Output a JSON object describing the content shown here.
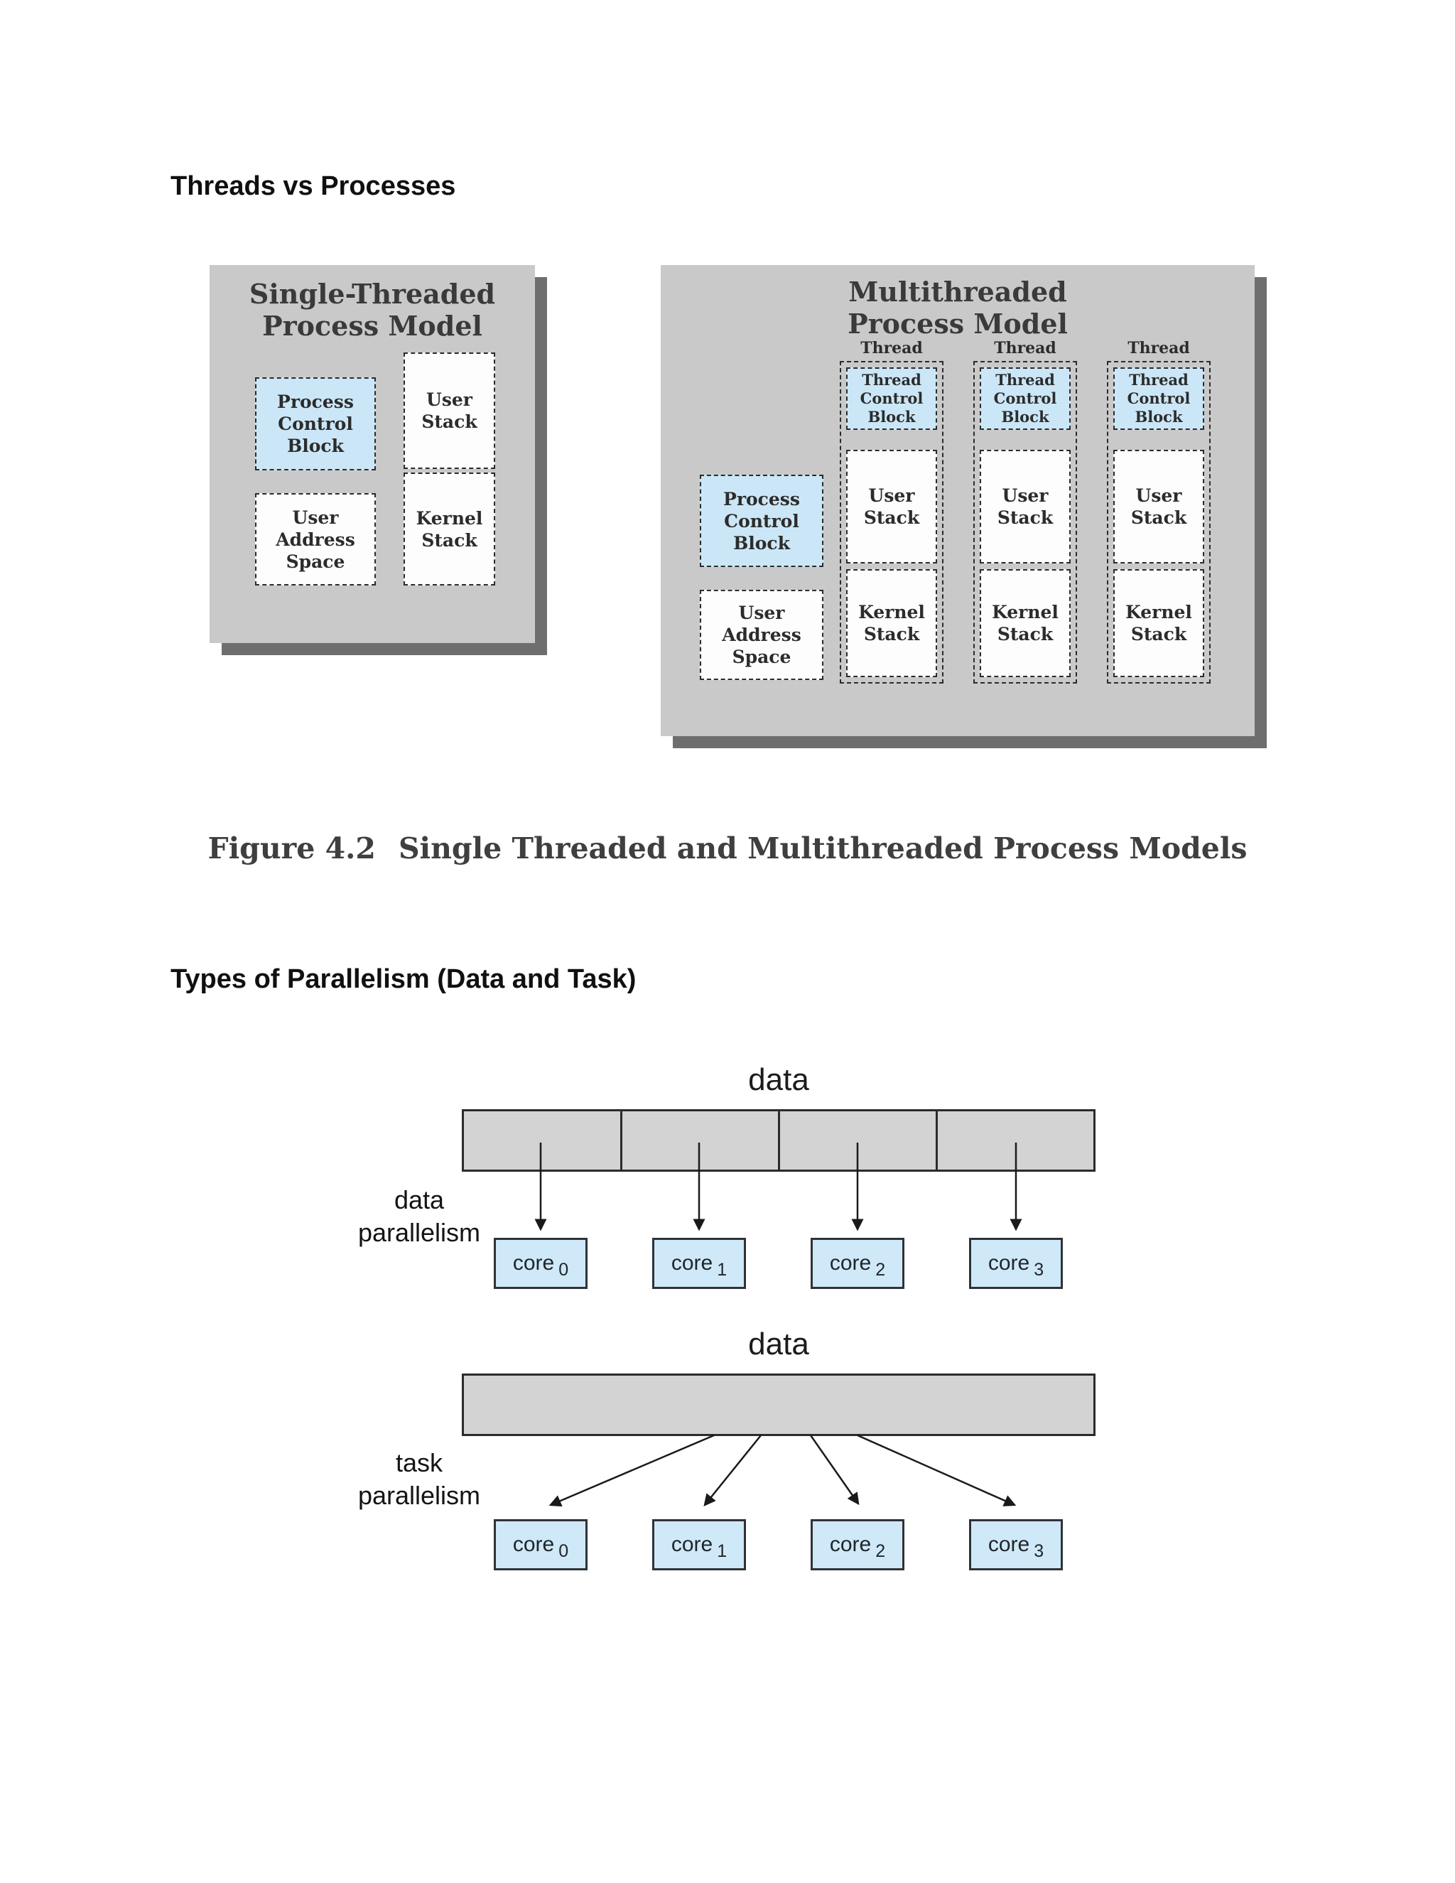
{
  "headings": {
    "threads_vs_processes": "Threads vs Processes",
    "types_of_parallelism": "Types of Parallelism (Data and Task)"
  },
  "figure": {
    "caption_label": "Figure 4.2",
    "caption_title": "Single Threaded and Multithreaded Process Models",
    "single_threaded": {
      "title_line1": "Single-Threaded",
      "title_line2": "Process Model",
      "pcb": "Process Control Block",
      "user_stack": "User Stack",
      "kernel_stack": "Kernel Stack",
      "user_address_space": "User Address Space"
    },
    "multithreaded": {
      "title_line1": "Multithreaded",
      "title_line2": "Process Model",
      "thread_label": "Thread",
      "tcb": "Thread Control Block",
      "user_stack": "User Stack",
      "kernel_stack": "Kernel Stack",
      "pcb": "Process Control Block",
      "user_address_space": "User Address Space"
    },
    "colors": {
      "panel_background": "#c9c9c9",
      "panel_shadow": "#6e6e6e",
      "highlight_blue": "#cbe7f7",
      "box_white": "#fdfdfd",
      "border_dark": "#2b2b2b"
    }
  },
  "parallelism": {
    "data_label_top": "data",
    "data_label_bottom": "data",
    "data_parallelism_line1": "data",
    "data_parallelism_line2": "parallelism",
    "task_parallelism_line1": "task",
    "task_parallelism_line2": "parallelism",
    "cores": [
      {
        "label": "core",
        "index": "0"
      },
      {
        "label": "core",
        "index": "1"
      },
      {
        "label": "core",
        "index": "2"
      },
      {
        "label": "core",
        "index": "3"
      }
    ],
    "colors": {
      "bar_gray": "#d3d3d3",
      "bar_border": "#2b2b2b",
      "core_blue": "#cfe9f8",
      "core_border": "#2e3338"
    }
  }
}
